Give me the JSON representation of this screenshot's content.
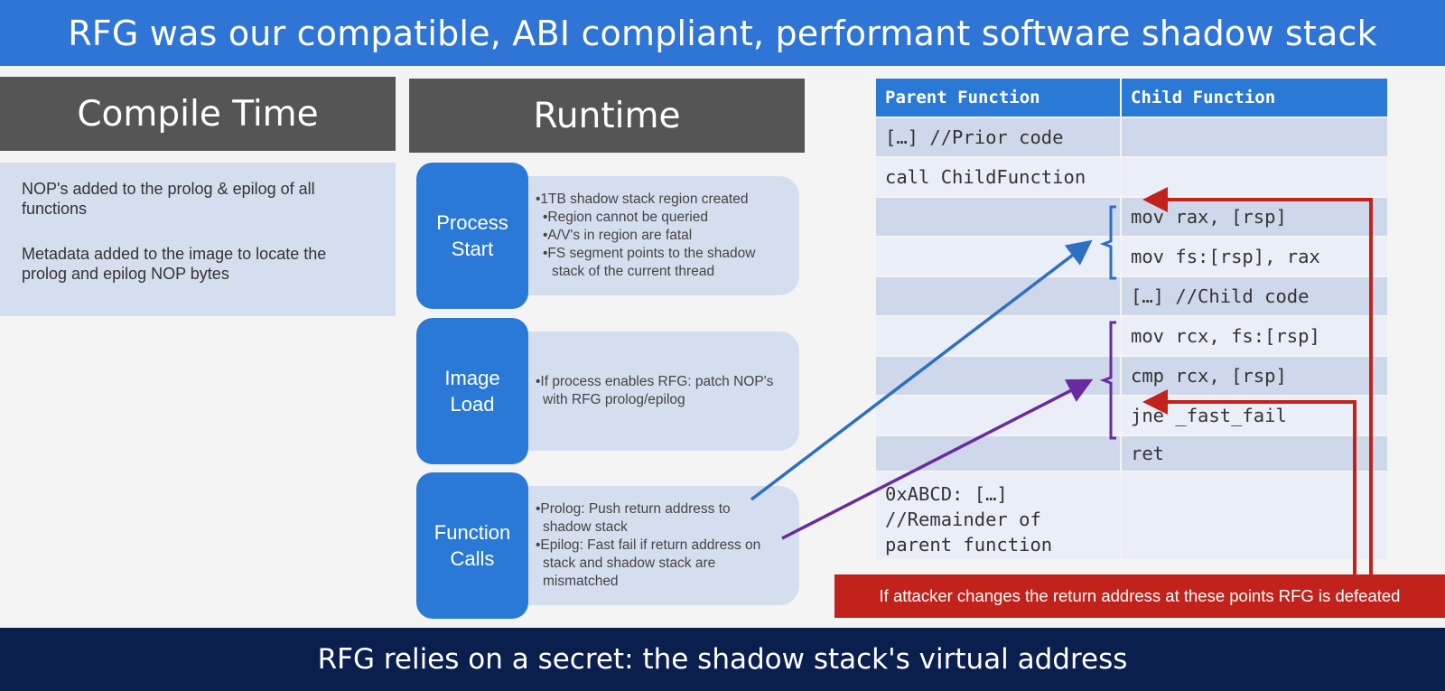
{
  "title": "RFG was our compatible, ABI compliant, performant software shadow stack",
  "compile_time": {
    "header": "Compile Time",
    "items": [
      "NOP's added to the prolog & epilog of all functions",
      "Metadata added to the image to locate the prolog and epilog NOP bytes"
    ]
  },
  "runtime": {
    "header": "Runtime",
    "rows": [
      {
        "label_line1": "Process",
        "label_line2": "Start",
        "lines": [
          "•1TB shadow stack region created",
          "•Region cannot be queried",
          "•A/V's in region are fatal",
          "•FS segment points to the shadow",
          "stack of the current thread"
        ]
      },
      {
        "label_line1": "Image",
        "label_line2": "Load",
        "lines": [
          "•If process enables RFG: patch NOP's",
          "with RFG prolog/epilog"
        ]
      },
      {
        "label_line1": "Function",
        "label_line2": "Calls",
        "lines": [
          "•Prolog: Push return address to",
          "shadow stack",
          "•Epilog: Fast fail if return address on",
          "stack and shadow stack are",
          "mismatched"
        ]
      }
    ]
  },
  "code_table": {
    "headers": [
      "Parent Function",
      "Child Function"
    ],
    "rows": [
      [
        "[…] //Prior code",
        ""
      ],
      [
        "call ChildFunction",
        ""
      ],
      [
        "",
        "mov rax, [rsp]"
      ],
      [
        "",
        "mov fs:[rsp], rax"
      ],
      [
        "",
        "[…] //Child code"
      ],
      [
        "",
        "mov rcx, fs:[rsp]"
      ],
      [
        "",
        "cmp rcx, [rsp]"
      ],
      [
        "",
        "jne _fast_fail"
      ],
      [
        "",
        "ret"
      ]
    ],
    "last_row_parent": [
      "0xABCD: […]",
      "//Remainder of",
      "parent function"
    ]
  },
  "warning": "If attacker changes the return address at these points RFG is defeated",
  "footer": "RFG relies on a secret: the shadow stack's virtual address",
  "colors": {
    "title_blue": "#2f75d6",
    "pill_blue": "#2b79d6",
    "header_gray": "#555555",
    "light_blue": "#d5deee",
    "arrow_blue": "#2e6fc4",
    "arrow_purple": "#6a2aa0",
    "brace_blue": "#2e6fc4",
    "brace_purple": "#6a2aa0",
    "arrow_red": "#c1231c",
    "footer_navy": "#0b1f4f"
  }
}
